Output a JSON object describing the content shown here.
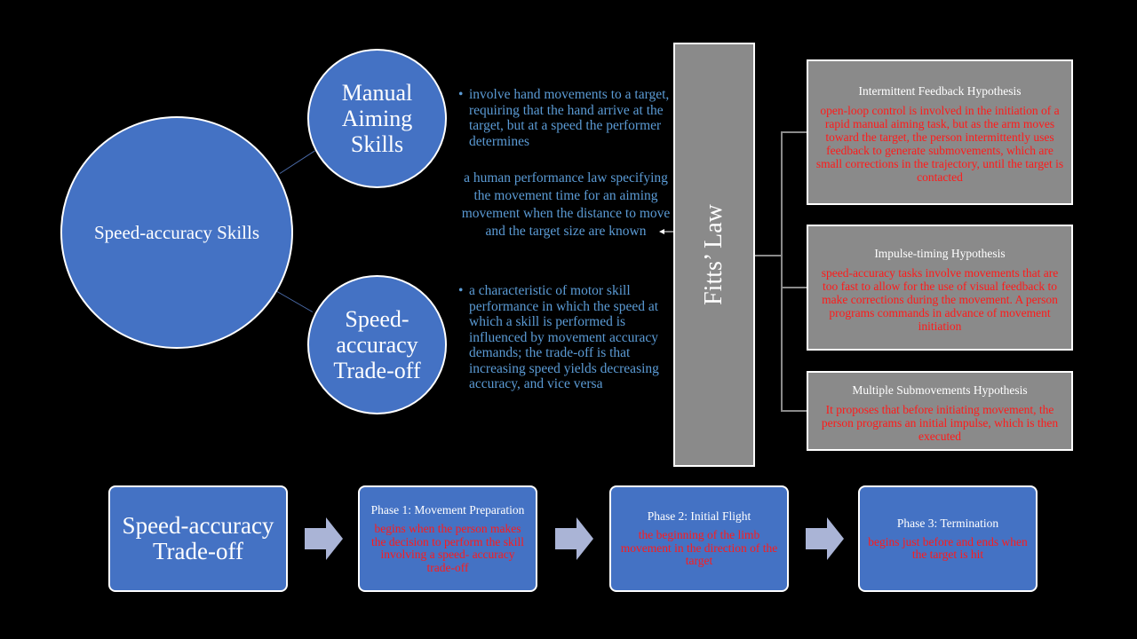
{
  "main_circle": {
    "label": "Speed-accuracy Skills"
  },
  "manual_aiming": {
    "label": "Manual Aiming Skills",
    "definition": "involve hand movements to a target, requiring that the hand arrive at the target, but at a speed the performer determines"
  },
  "tradeoff": {
    "label": "Speed-accuracy Trade-off",
    "definition": "a characteristic of motor skill performance in which the speed at which a skill is performed is influenced by movement accuracy demands; the trade-off is that increasing speed yields decreasing accuracy, and vice versa"
  },
  "fitts_definition": "a human performance law specifying the movement time for an aiming movement when the distance to move and the target size are known",
  "fitts_label": "Fitts’ Law",
  "hypotheses": [
    {
      "title": "Intermittent Feedback Hypothesis",
      "body": "open-loop control is involved in the initiation of a rapid manual aiming task, but as the arm moves toward the target, the person intermittently uses feedback to generate submovements, which are small corrections in the trajectory, until the target is contacted"
    },
    {
      "title": "Impulse-timing Hypothesis",
      "body": "speed-accuracy tasks involve movements that are too fast to allow for the use of visual feedback to make corrections during the movement. A person programs commands in advance of movement initiation"
    },
    {
      "title": "Multiple Submovements Hypothesis",
      "body": "It proposes that before initiating movement, the person programs an initial impulse, which is then executed"
    }
  ],
  "process": {
    "start_label": "Speed-accuracy Trade-off",
    "phases": [
      {
        "title": "Phase 1: Movement Preparation",
        "body": "begins when the person makes the decision to perform the skill involving a speed- accuracy trade-off"
      },
      {
        "title": "Phase 2: Initial Flight",
        "body": "the beginning of the limb movement in the direction of the target"
      },
      {
        "title": "Phase 3: Termination",
        "body": "begins just before and ends when the target is hit"
      }
    ]
  },
  "colors": {
    "background": "#000000",
    "shape_blue": "#4472c4",
    "text_blue": "#5b9bd5",
    "gray": "#8a8a8a",
    "red_text": "#ff1a1a",
    "arrow": "#aab4d6"
  }
}
